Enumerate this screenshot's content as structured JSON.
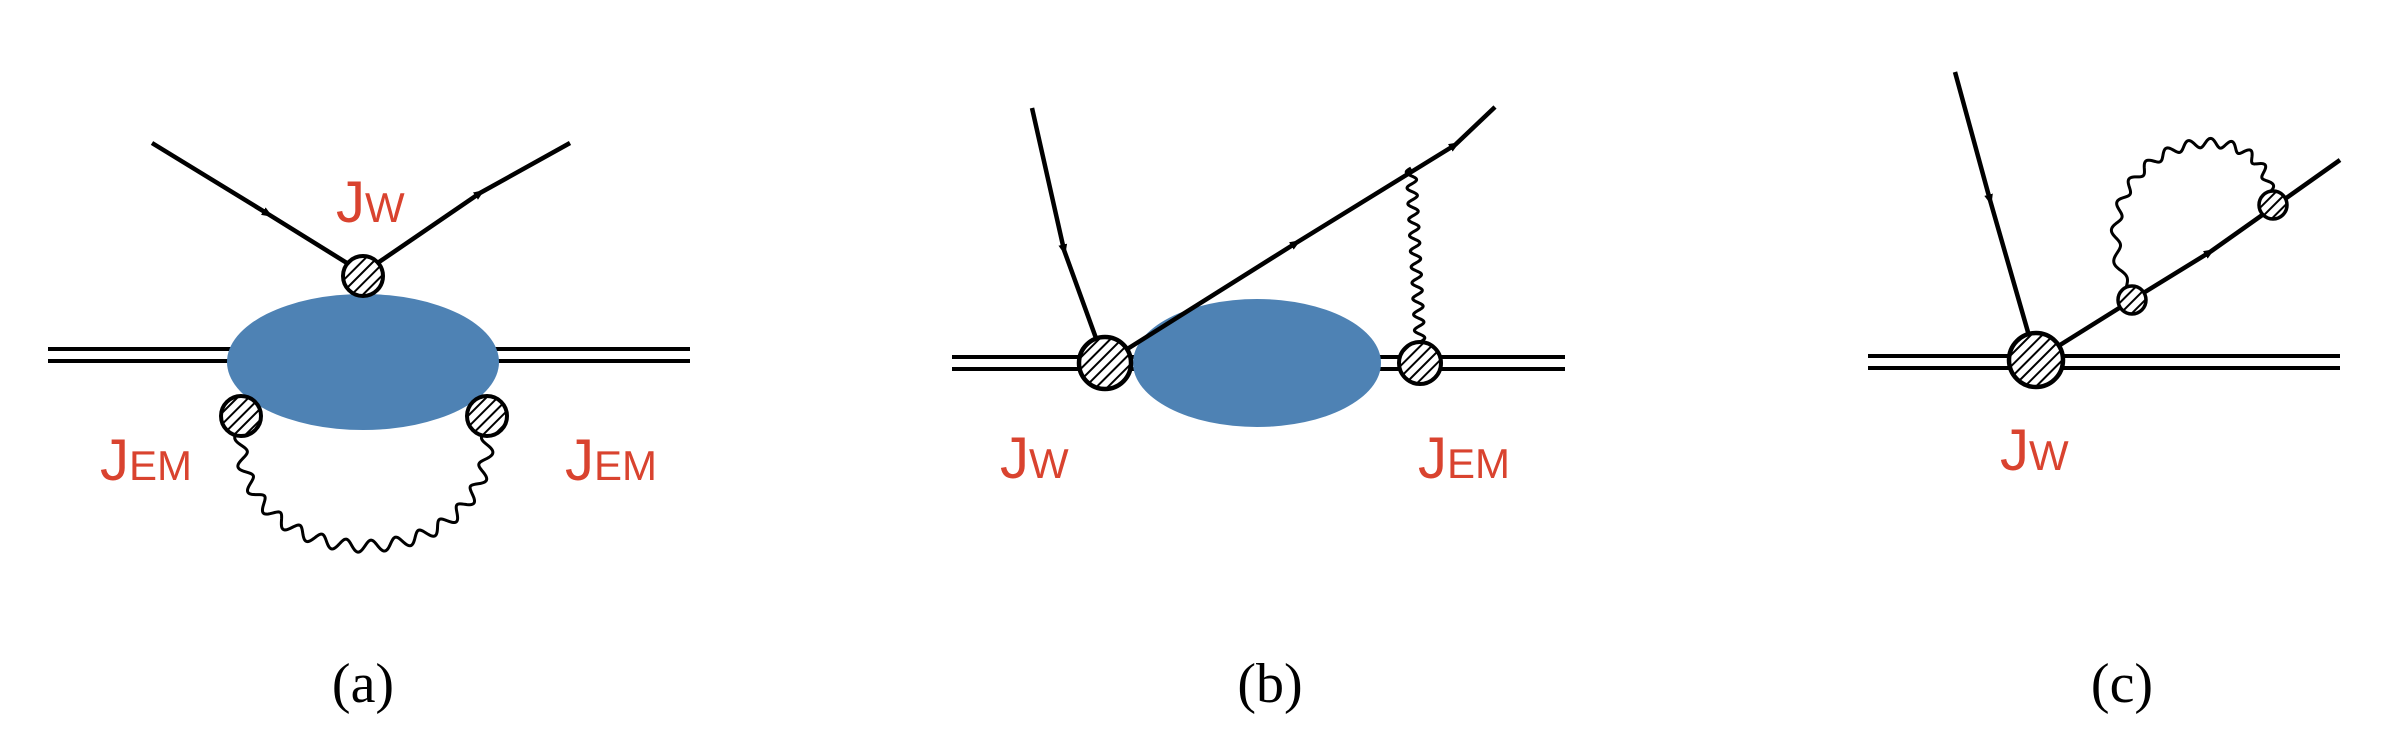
{
  "colors": {
    "blob": "#4e82b4",
    "current_label": "#d9432f",
    "lines": "#000000"
  },
  "diagrams": [
    {
      "id": "a",
      "caption": "(a)",
      "labels": {
        "weak_vertex": {
          "main": "J",
          "sub": "W"
        },
        "em_left": {
          "main": "J",
          "sub": "EM"
        },
        "em_right": {
          "main": "J",
          "sub": "EM"
        }
      }
    },
    {
      "id": "b",
      "caption": "(b)",
      "labels": {
        "weak_vertex": {
          "main": "J",
          "sub": "W"
        },
        "em_right": {
          "main": "J",
          "sub": "EM"
        }
      }
    },
    {
      "id": "c",
      "caption": "(c)",
      "labels": {
        "weak_vertex": {
          "main": "J",
          "sub": "W"
        }
      }
    }
  ]
}
